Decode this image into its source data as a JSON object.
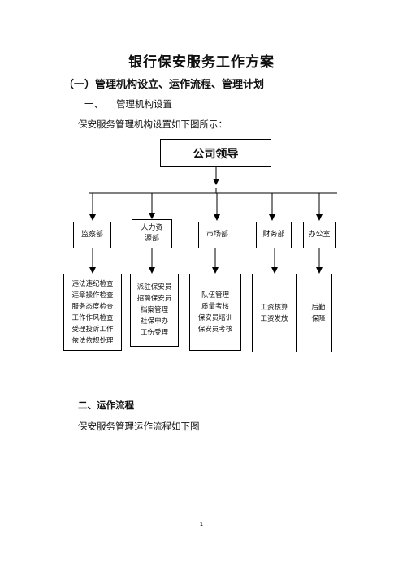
{
  "doc": {
    "title": "银行保安服务工作方案",
    "section1_heading": "（一）管理机构设立、运作流程、管理计划",
    "subsection_number": "一、",
    "subsection_title": "管理机构设置",
    "intro": "保安服务管理机构设置如下图所示：",
    "section2_heading": "二、运作流程",
    "section2_intro": "保安服务管理运作流程如下图",
    "page_number": "1"
  },
  "org_chart": {
    "leader": "公司领导",
    "departments": [
      {
        "name_lines": [
          "监察部"
        ],
        "duties": [
          "违法违纪检查",
          "违章操作检查",
          "服务态度检查",
          "工作作风检查",
          "受理投诉工作",
          "依法依规处理"
        ]
      },
      {
        "name_lines": [
          "人力资",
          "源部"
        ],
        "duties": [
          "派驻保安员",
          "招聘保安员",
          "档案管理",
          "社保申办",
          "工伤受理"
        ]
      },
      {
        "name_lines": [
          "市场部"
        ],
        "duties": [
          "队伍管理",
          "质量考核",
          "保安员培训",
          "保安员考核"
        ]
      },
      {
        "name_lines": [
          "财务部"
        ],
        "duties": [
          "工资核算",
          "工资发放"
        ]
      },
      {
        "name_lines": [
          "办公室"
        ],
        "duties": [
          "后勤",
          "保障"
        ]
      }
    ]
  }
}
